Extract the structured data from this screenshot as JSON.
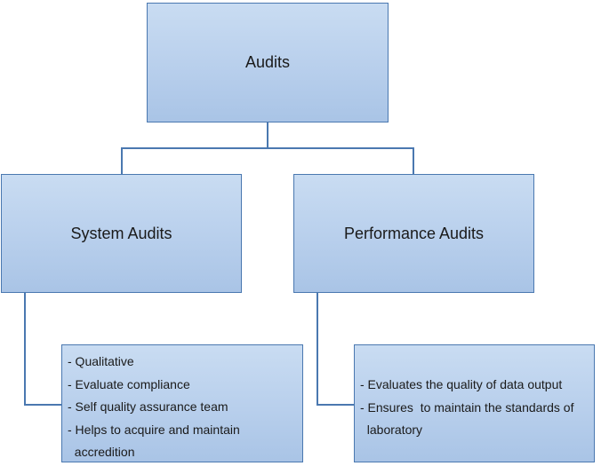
{
  "diagram": {
    "root": {
      "label": "Audits"
    },
    "branches": [
      {
        "label": "System Audits",
        "details": [
          "- Qualitative",
          "- Evaluate compliance",
          "- Self quality assurance team",
          "- Helps to acquire and maintain",
          "  accredition"
        ]
      },
      {
        "label": "Performance Audits",
        "details": [
          "- Evaluates the quality of data output",
          "- Ensures  to maintain the standards of",
          "  laboratory"
        ]
      }
    ],
    "colors": {
      "box_fill": "#b8cfec",
      "box_border": "#4a78b0",
      "connector": "#4a78b0"
    }
  }
}
